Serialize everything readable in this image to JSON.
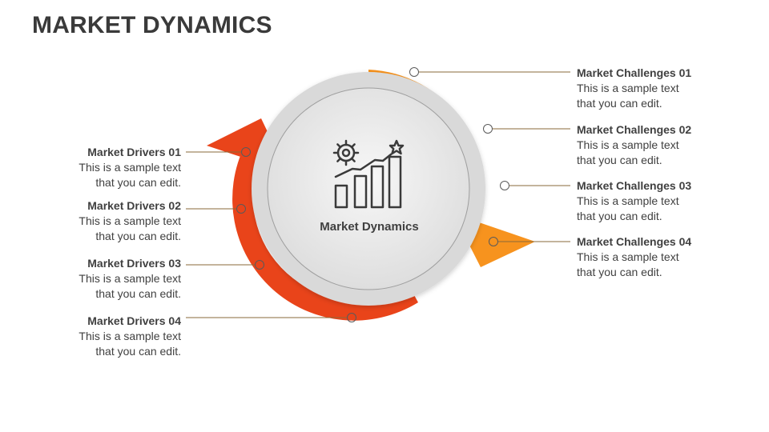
{
  "slide": {
    "title": "MARKET DYNAMICS"
  },
  "center": {
    "label": "Market Dynamics",
    "icon": "growth-chart-gear-star-icon"
  },
  "colors": {
    "drivers": "#E9441A",
    "challenges": "#F7931E",
    "circle": "#D9D9D9",
    "text": "#404040"
  },
  "drivers": [
    {
      "title": "Market Drivers 01",
      "line1": "This is a sample text",
      "line2": "that you can edit."
    },
    {
      "title": "Market Drivers 02",
      "line1": "This is a sample text",
      "line2": "that you can edit."
    },
    {
      "title": "Market Drivers 03",
      "line1": "This is a sample text",
      "line2": "that you can edit."
    },
    {
      "title": "Market Drivers 04",
      "line1": "This is a sample text",
      "line2": "that you can edit."
    }
  ],
  "challenges": [
    {
      "title": "Market Challenges 01",
      "line1": "This is a sample text",
      "line2": "that you can edit."
    },
    {
      "title": "Market Challenges 02",
      "line1": "This is a sample text",
      "line2": "that you can edit."
    },
    {
      "title": "Market Challenges 03",
      "line1": "This is a sample text",
      "line2": "that you can edit."
    },
    {
      "title": "Market Challenges 04",
      "line1": "This is a sample text",
      "line2": "that you can edit."
    }
  ]
}
